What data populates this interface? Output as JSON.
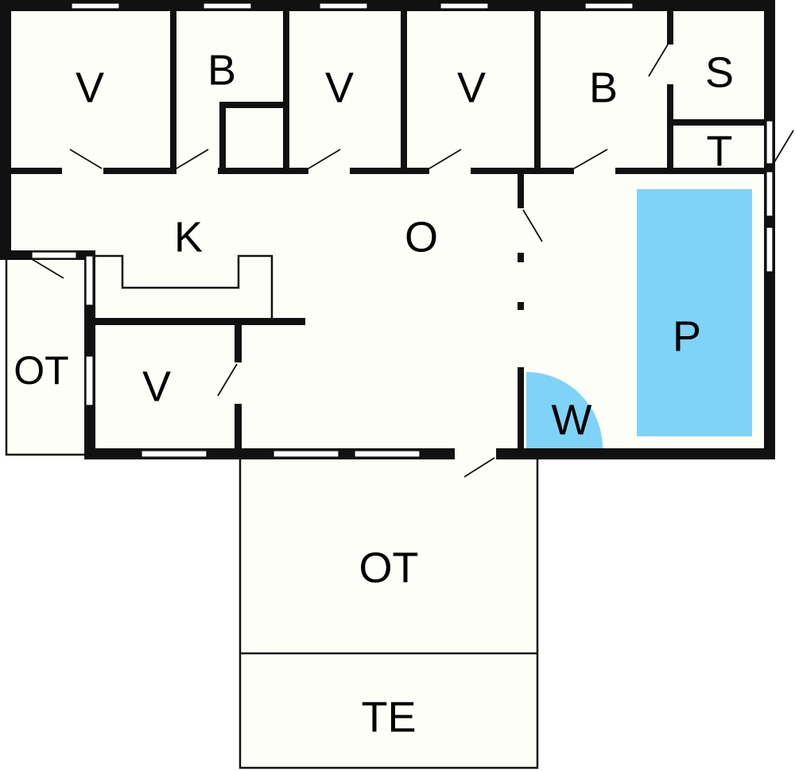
{
  "colors": {
    "floor": "#fefef8",
    "wall": "#111111",
    "pool": "#7fd3f6",
    "window": "#ffffff"
  },
  "rooms": {
    "v1": "V",
    "b1": "B",
    "v2": "V",
    "v3": "V",
    "b2": "B",
    "s": "S",
    "t": "T",
    "k": "K",
    "o": "O",
    "p": "P",
    "w": "W",
    "ot_left": "OT",
    "v4": "V",
    "ot_bottom": "OT",
    "te": "TE"
  }
}
